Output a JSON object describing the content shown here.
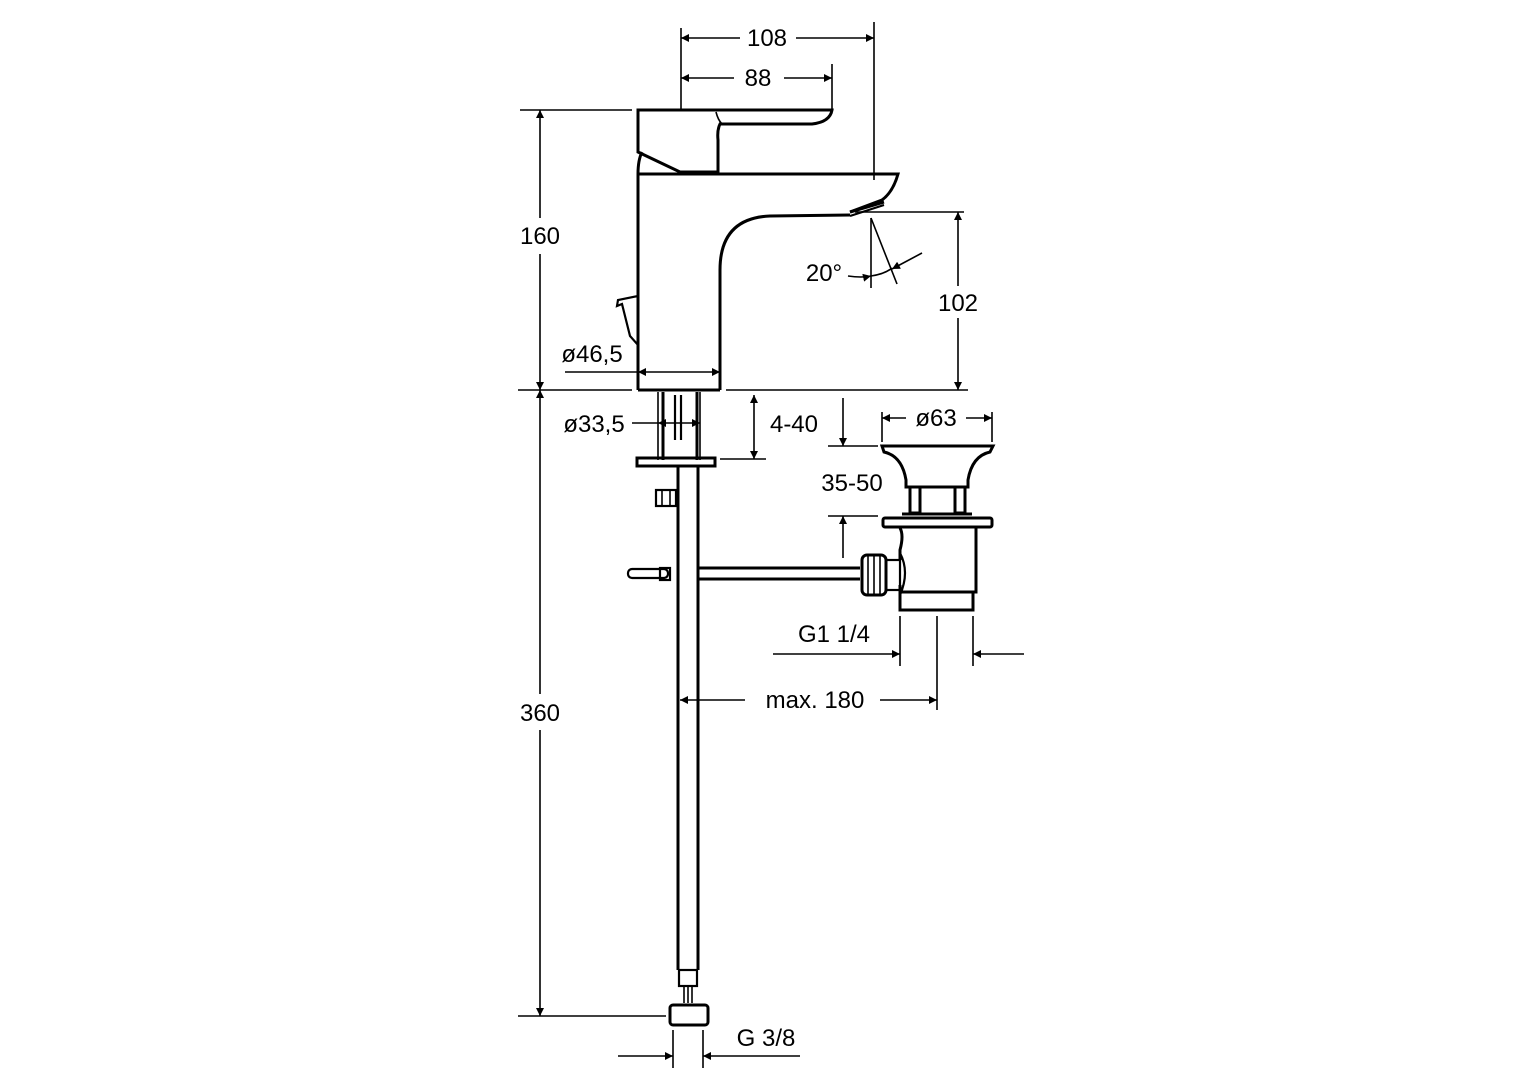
{
  "drawing": {
    "title": "Basin mixer with pop-up waste – dimension drawing",
    "units": "mm",
    "colors": {
      "line": "#000000",
      "background": "#ffffff"
    },
    "dimensions": {
      "total_projection": "108",
      "lever_length": "88",
      "height": "160",
      "spout_angle": "20°",
      "spout_height": "102",
      "body_diameter": "ø46,5",
      "shank_diameter": "ø33,5",
      "deck_thickness": "4-40",
      "waste_diameter": "ø63",
      "waste_range": "35-50",
      "waste_thread": "G1 1/4",
      "max_distance": "max. 180",
      "hose_length": "360",
      "connection_thread": "G 3/8"
    }
  }
}
